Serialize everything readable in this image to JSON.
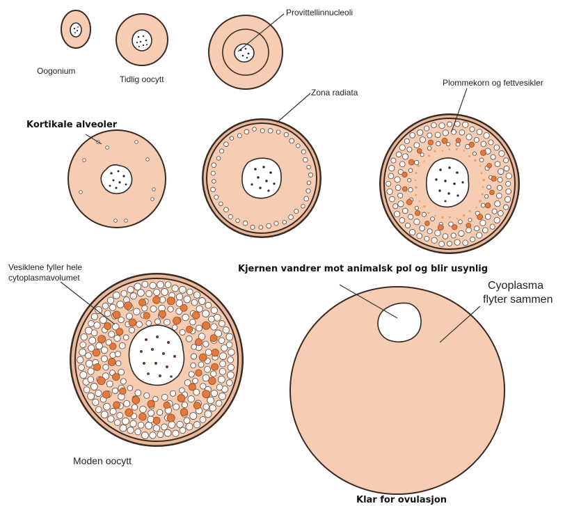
{
  "labels": {
    "oogonium": "Oogonium",
    "tidlig_oocytt": "Tidlig oocytt",
    "provitellinnucleoli": "Provittellinnucleoli",
    "kortikale_alveoler": "Kortikale alveoler",
    "zona_radiata": "Zona radiata",
    "plommekorn": "Plommekorn og fettvesikler",
    "vesiklene_line1": "Vesiklene fyller hele",
    "vesiklene_line2": "cytoplasmavolumet",
    "kjernen_vandrer": "Kjernen vandrer mot animalsk pol og blir usynlig",
    "cyoplasma_line1": "Cyoplasma",
    "cyoplasma_line2": "flyter sammen",
    "moden_oocytt": "Moden oocytt",
    "klar_for_ovulasjon": "Klar for ovulasjon"
  },
  "colors": {
    "cytoplasm": "#f6cdb3",
    "outline": "#3b2a22",
    "yolk": "#e07a3e",
    "vesicle": "#ffffff",
    "nucleus": "#ffffff"
  }
}
